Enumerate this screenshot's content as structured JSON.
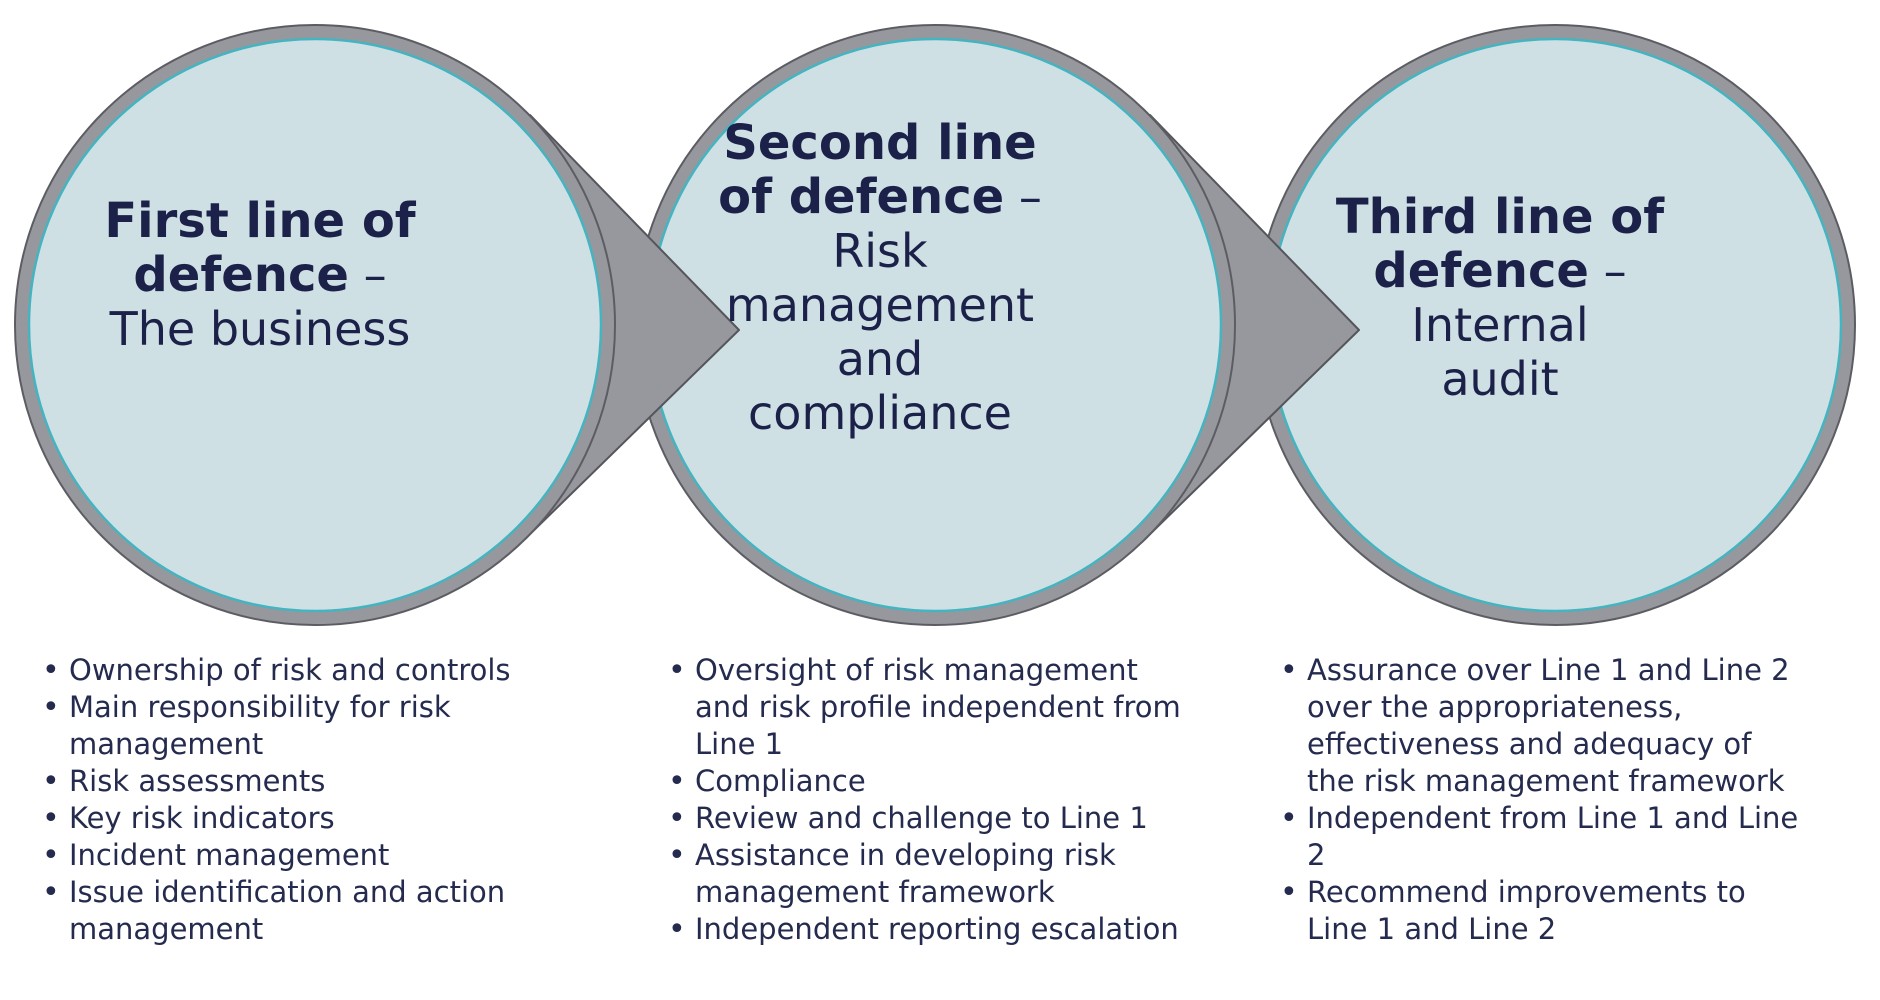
{
  "marker": "•",
  "colors": {
    "shape_gray": "#97989d",
    "shape_outline": "#5c5d63",
    "disc_blue": "#cfe0e5",
    "disc_edge_teal": "#44b4c0",
    "text_navy": "#1b2148",
    "bullet_navy": "#252b4e",
    "background": "#ffffff"
  },
  "circles": [
    {
      "title_bold": "First line of\ndefence",
      "title_rest": " –\nThe business"
    },
    {
      "title_bold": "Second line\nof defence",
      "title_rest": " –\nRisk\nmanagement\nand\ncompliance"
    },
    {
      "title_bold": "Third line of\ndefence",
      "title_rest": " –\nInternal\naudit"
    }
  ],
  "columns": [
    {
      "bullets": [
        "Ownership of risk and controls",
        "Main responsibility for risk\nmanagement",
        "Risk assessments",
        "Key risk indicators",
        "Incident management",
        "Issue identification and action\nmanagement"
      ]
    },
    {
      "bullets": [
        "Oversight of risk management\nand risk profile independent from\nLine 1",
        "Compliance",
        "Review and challenge to Line 1",
        "Assistance in developing risk\nmanagement framework",
        "Independent reporting escalation"
      ]
    },
    {
      "bullets": [
        "Assurance over Line 1 and Line 2\nover the appropriateness,\neffectiveness and adequacy of\nthe risk management framework",
        "Independent from Line 1 and Line\n2",
        "Recommend improvements to\nLine 1 and Line 2"
      ]
    }
  ]
}
